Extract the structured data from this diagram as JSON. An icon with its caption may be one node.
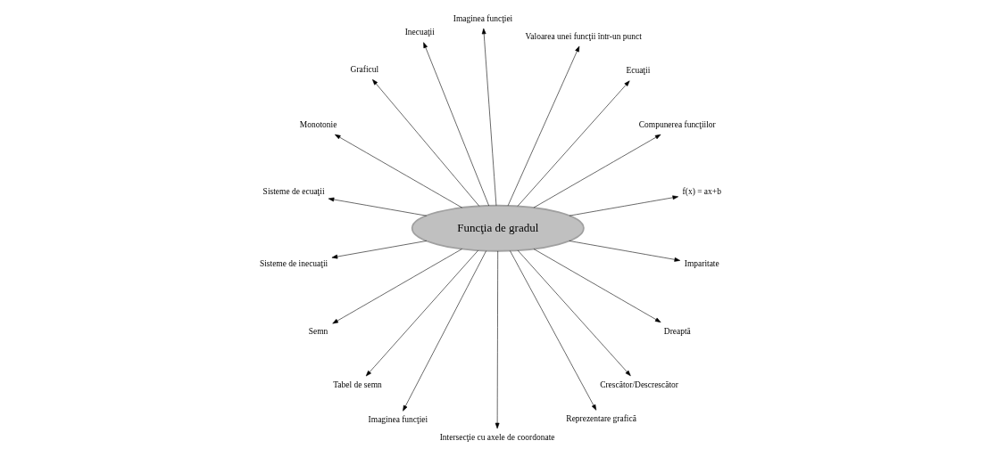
{
  "diagram": {
    "nodes": [
      {
        "text": [
          "Funcţia de gradul"
        ]
      },
      {
        "text": [
          "f(x) = ax+b"
        ]
      },
      {
        "text": [
          "Compunerea funcţiilor"
        ]
      },
      {
        "text": [
          "Ecuaţii"
        ]
      },
      {
        "text": [
          "Valoarea unei funcţii într-un punct"
        ]
      },
      {
        "text": [
          "Imaginea funcţiei"
        ]
      },
      {
        "text": [
          "Inecuaţii"
        ]
      },
      {
        "text": [
          "Graficul"
        ]
      },
      {
        "text": [
          "Monotonie"
        ]
      },
      {
        "text": [
          "Sisteme de ecuaţii"
        ]
      },
      {
        "text": [
          "Sisteme de inecuaţii"
        ]
      },
      {
        "text": [
          "Semn"
        ]
      },
      {
        "text": [
          "Tabel de semn"
        ]
      },
      {
        "text": [
          "Imaginea funcţiei"
        ]
      },
      {
        "text": [
          "Intersecţie cu axele de coordonate"
        ]
      },
      {
        "text": [
          "Reprezentare grafică"
        ]
      },
      {
        "text": [
          "Crescător/Descrescător"
        ]
      },
      {
        "text": [
          "Dreaptă"
        ]
      },
      {
        "text": [
          "Imparitate"
        ]
      }
    ],
    "edges": [
      {
        "from": 0,
        "to": 1,
        "arrow": "to"
      },
      {
        "from": 0,
        "to": 2,
        "arrow": "to"
      },
      {
        "from": 0,
        "to": 3,
        "arrow": "to"
      },
      {
        "from": 0,
        "to": 4,
        "arrow": "to"
      },
      {
        "from": 0,
        "to": 5,
        "arrow": "to"
      },
      {
        "from": 0,
        "to": 6,
        "arrow": "to"
      },
      {
        "from": 0,
        "to": 7,
        "arrow": "to"
      },
      {
        "from": 0,
        "to": 8,
        "arrow": "to"
      },
      {
        "from": 0,
        "to": 9,
        "arrow": "to"
      },
      {
        "from": 0,
        "to": 10,
        "arrow": "to"
      },
      {
        "from": 0,
        "to": 11,
        "arrow": "to"
      },
      {
        "from": 0,
        "to": 12,
        "arrow": "to"
      },
      {
        "from": 0,
        "to": 13,
        "arrow": "to"
      },
      {
        "from": 0,
        "to": 14,
        "arrow": "to"
      },
      {
        "from": 0,
        "to": 15,
        "arrow": "to"
      },
      {
        "from": 0,
        "to": 16,
        "arrow": "to"
      },
      {
        "from": 0,
        "to": 17,
        "arrow": "to"
      },
      {
        "from": 0,
        "to": 18,
        "arrow": "to"
      }
    ]
  }
}
